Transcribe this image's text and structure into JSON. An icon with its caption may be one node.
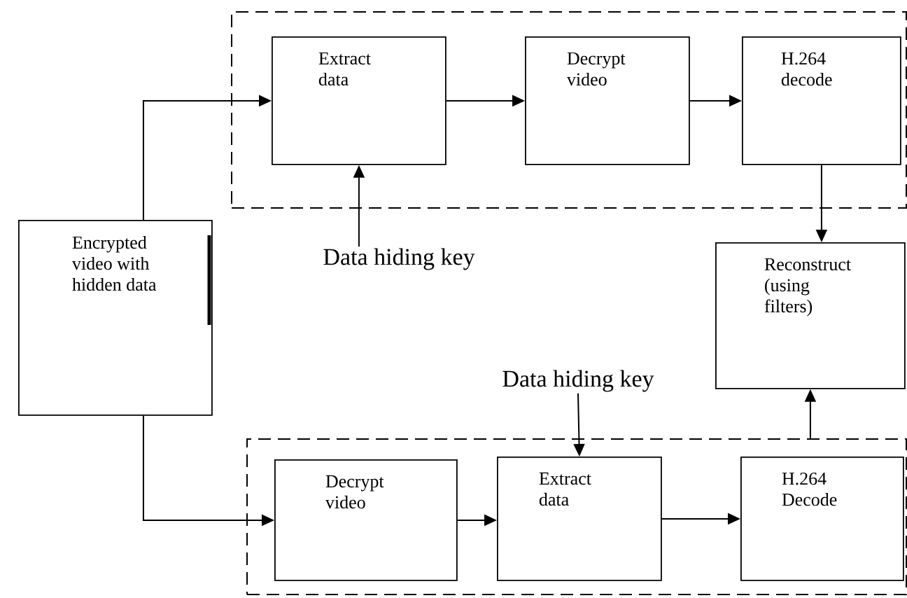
{
  "diagram": {
    "nodes": [
      {
        "text": [],
        "shape": "box"
      },
      {
        "text": [
          "Extract data"
        ],
        "in": 0
      },
      {
        "text": [
          "Decrypt video"
        ],
        "in": 0
      },
      {
        "text": [
          "H.264 decode"
        ],
        "in": 0
      },
      {
        "text": [
          "Data hiding key"
        ]
      },
      {
        "text": [
          "Encrypted video with hidden data"
        ]
      },
      {
        "text": [
          "Reconstruct (using filters)"
        ]
      },
      {
        "text": [],
        "shape": "box"
      },
      {
        "text": [
          "Decrypt video"
        ],
        "in": 7
      },
      {
        "text": [
          "Data hiding key"
        ]
      },
      {
        "text": [
          "Extract data"
        ],
        "in": 7
      },
      {
        "text": [
          "H.264 Decode"
        ],
        "in": 7
      }
    ],
    "edges": [
      {
        "from": 5,
        "to": 1,
        "arrow": "to"
      },
      {
        "from": 1,
        "to": 2,
        "arrow": "to"
      },
      {
        "from": 2,
        "to": 3,
        "arrow": "to"
      },
      {
        "from": 4,
        "to": 1,
        "arrow": "to"
      },
      {
        "from": 3,
        "to": 6,
        "arrow": "to"
      },
      {
        "from": 5,
        "to": 8,
        "arrow": "to"
      },
      {
        "from": 8,
        "to": 10,
        "arrow": "to"
      },
      {
        "from": 9,
        "to": 10,
        "arrow": "to"
      },
      {
        "from": 10,
        "to": 11,
        "arrow": "to"
      },
      {
        "from": 7,
        "to": 6,
        "arrow": "to"
      }
    ]
  }
}
